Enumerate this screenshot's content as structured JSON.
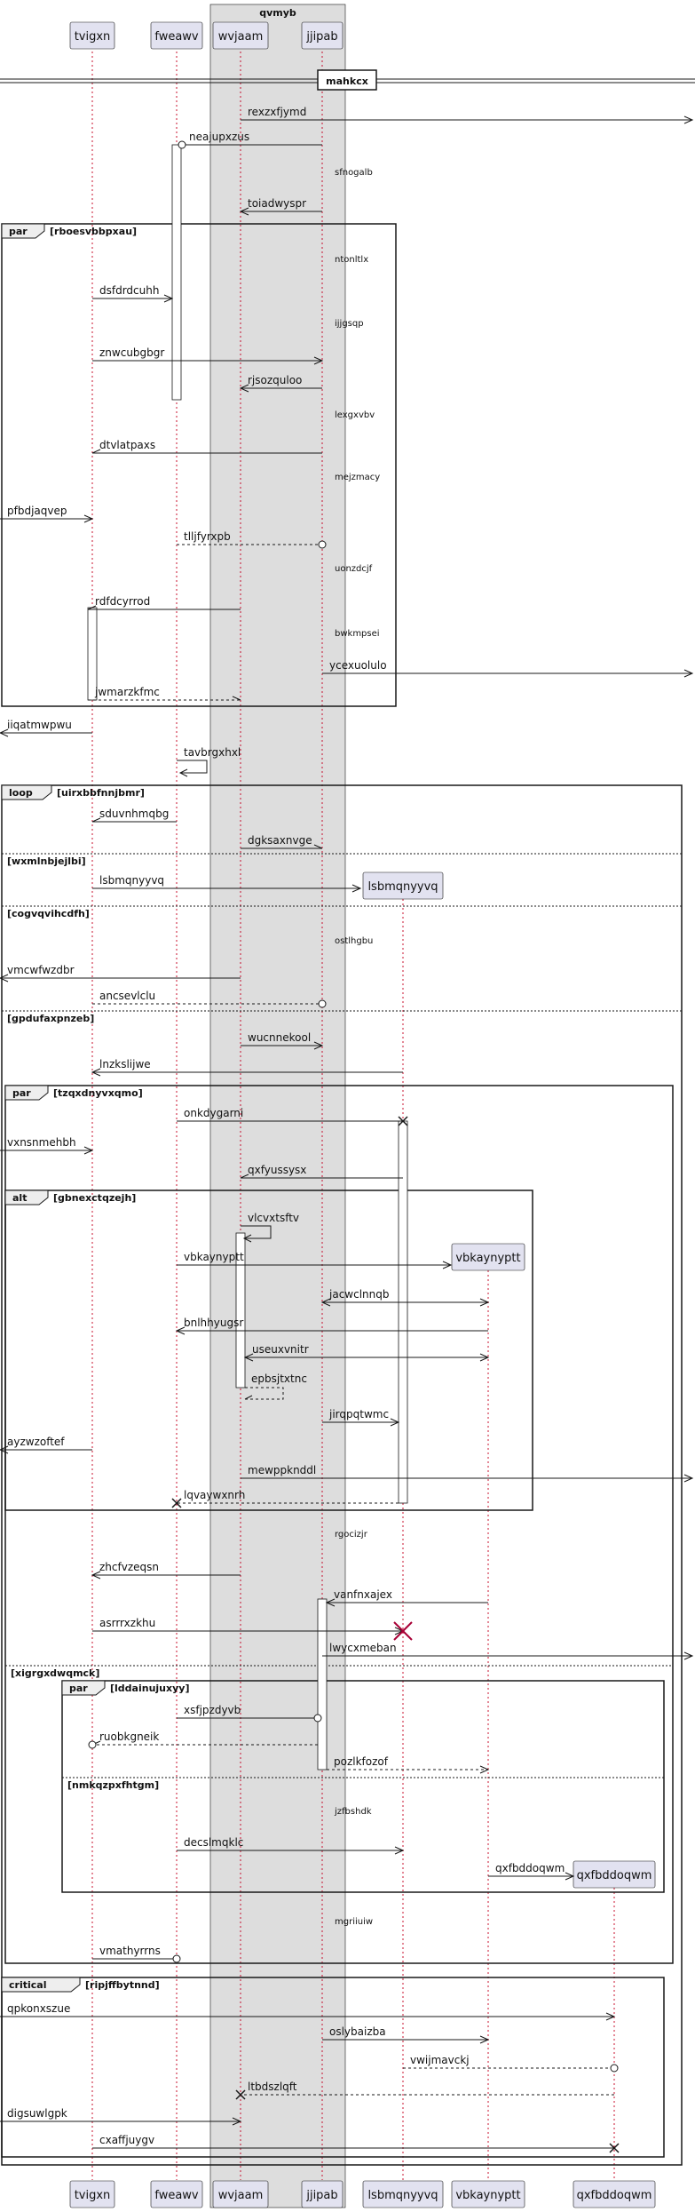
{
  "diagram": {
    "box": {
      "label": "qvmyb"
    },
    "participants": [
      {
        "id": "tvigxn",
        "label": "tvigxn"
      },
      {
        "id": "fweawv",
        "label": "fweawv"
      },
      {
        "id": "wvjaam",
        "label": "wvjaam"
      },
      {
        "id": "jjipab",
        "label": "jjipab"
      },
      {
        "id": "lsbmqnyyvq",
        "label": "lsbmqnyyvq"
      },
      {
        "id": "vbkaynyptt",
        "label": "vbkaynyptt"
      },
      {
        "id": "qxfbddoqwm",
        "label": "qxfbddoqwm"
      }
    ],
    "divider": "mahkcx",
    "groups": [
      {
        "kind": "par",
        "guard": "[rboesvbbpxau]"
      },
      {
        "kind": "loop",
        "guard": "[uirxbbfnnjbmr]"
      },
      {
        "kind": "else",
        "guard": "[wxmlnbjejlbi]"
      },
      {
        "kind": "else",
        "guard": "[cogvqvihcdfh]"
      },
      {
        "kind": "else",
        "guard": "[gpdufaxpnzeb]"
      },
      {
        "kind": "par",
        "guard": "[tzqxdnyvxqmo]"
      },
      {
        "kind": "alt",
        "guard": "[gbnexctqzejh]"
      },
      {
        "kind": "else",
        "guard": "[xigrgxdwqmck]"
      },
      {
        "kind": "par",
        "guard": "[lddainujuxyy]"
      },
      {
        "kind": "else",
        "guard": "[nmkqzpxfhtgm]"
      },
      {
        "kind": "critical",
        "guard": "[ripjffbytnnd]"
      }
    ],
    "messages": [
      "rexzxfjymd",
      "neajupxzus",
      "toiadwyspr",
      "dsfdrdcuhh",
      "znwcubgbgr",
      "rjsozquloo",
      "dtvlatpaxs",
      "pfbdjaqvep",
      "tlljfyrxpb",
      "rdfdcyrrod",
      "ycexuolulo",
      "jwmarzkfmc",
      "iiqatmwpwu",
      "tavbrgxhxl",
      "sduvnhmqbg",
      "dgksaxnvge",
      "lsbmqnyyvq",
      "vmcwfwzdbr",
      "ancsevlclu",
      "wucnnekool",
      "lnzkslijwe",
      "onkdygarni",
      "vxnsnmehbh",
      "qxfyussysx",
      "vlcvxtsftv",
      "vbkaynyptt",
      "jacwclnnqb",
      "bnlhhyugsr",
      "useuxvnitr",
      "epbsjtxtnc",
      "jirqpqtwmc",
      "ayzwzoftef",
      "mewppknddl",
      "lqvaywxnrh",
      "zhcfvzeqsn",
      "vanfnxajex",
      "asrrrxzkhu",
      "lwycxmeban",
      "xsfjpzdyvb",
      "ruobkgneik",
      "pozlkfozof",
      "decslmqklc",
      "qxfbddoqwm",
      "vmathyrrns",
      "qpkonxszue",
      "oslybaizba",
      "vwijmavckj",
      "ltbdszlqft",
      "digsuwlgpk",
      "cxaffjuygv"
    ],
    "notes": [
      "sfnogalb",
      "ntonltlx",
      "ijjgsqp",
      "lexgxvbv",
      "mejzmacy",
      "uonzdcjf",
      "bwkmpsei",
      "ostlhgbu",
      "rgocizjr",
      "jzfbshdk",
      "mgriiuiw"
    ],
    "colors": {
      "box_fill": "#dddddd",
      "participant_fill": "#e2e2f0",
      "participant_border": "#181818",
      "lifeline": "#c8102e",
      "destroy_red": "#a80036",
      "line": "#181818"
    }
  }
}
